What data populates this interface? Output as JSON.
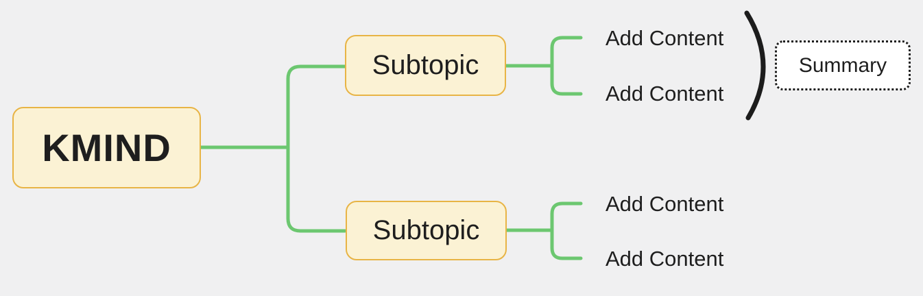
{
  "colors": {
    "canvas_bg": "#F0F0F1",
    "node_fill": "#FBF2D4",
    "node_border": "#E8B445",
    "edge_green": "#6CC770",
    "brace_color": "#1C1C1C",
    "summary_fill": "#FFFFFF",
    "text_dark": "#1E1E1E"
  },
  "mindmap": {
    "root": {
      "label": "KMIND"
    },
    "subtopics": [
      {
        "label": "Subtopic",
        "children": [
          {
            "label": "Add Content"
          },
          {
            "label": "Add Content"
          }
        ]
      },
      {
        "label": "Subtopic",
        "children": [
          {
            "label": "Add Content"
          },
          {
            "label": "Add Content"
          }
        ]
      }
    ],
    "summary": {
      "label": "Summary"
    }
  }
}
